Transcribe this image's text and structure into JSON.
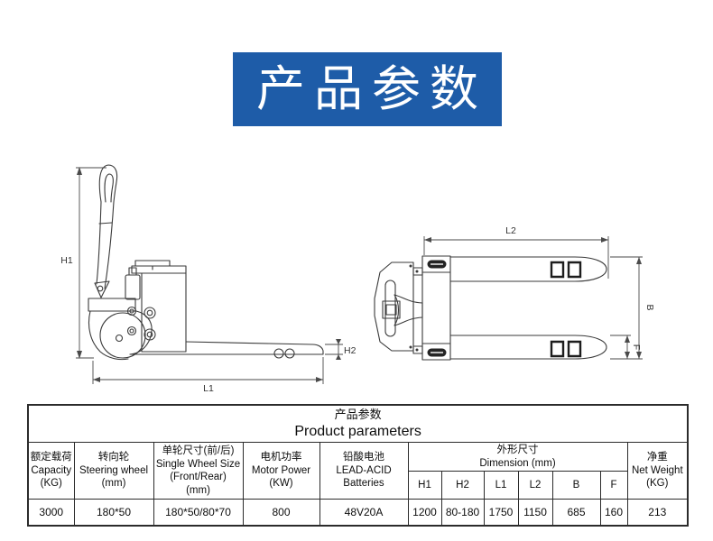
{
  "colors": {
    "banner_blue": "#1E5CA8",
    "drawing_line": "#3a3a3a"
  },
  "banner": {
    "title": "产品参数"
  },
  "diagram": {
    "side_view": {
      "h1_label": "H1",
      "h2_label": "H2",
      "l1_label": "L1"
    },
    "top_view": {
      "l2_label": "L2",
      "b_label": "B",
      "f_label": "F"
    }
  },
  "table": {
    "title_zh": "产品参数",
    "title_en": "Product parameters",
    "col_capacity": {
      "zh": "额定载荷",
      "en": "Capacity",
      "unit": "(KG)"
    },
    "col_steering": {
      "zh": "转向轮",
      "en": "Steering wheel",
      "unit": "(mm)"
    },
    "col_wheel_size": {
      "zh": "单轮尺寸(前/后)",
      "en": "Single Wheel Size",
      "en2": "(Front/Rear)",
      "unit": "(mm)"
    },
    "col_motor": {
      "zh": "电机功率",
      "en": "Motor Power",
      "unit": "(KW)"
    },
    "col_battery": {
      "zh": "铅酸电池",
      "en": "LEAD-ACID",
      "en2": "Batteries"
    },
    "col_dimension": {
      "zh": "外形尺寸",
      "en": "Dimension (mm)",
      "subs": [
        "H1",
        "H2",
        "L1",
        "L2",
        "B",
        "F"
      ]
    },
    "col_net_weight": {
      "zh": "净重",
      "en": "Net Weight",
      "unit": "(KG)"
    },
    "row": [
      "3000",
      "180*50",
      "180*50/80*70",
      "800",
      "48V20A",
      "1200",
      "80-180",
      "1750",
      "1150",
      "685",
      "160",
      "213"
    ]
  }
}
